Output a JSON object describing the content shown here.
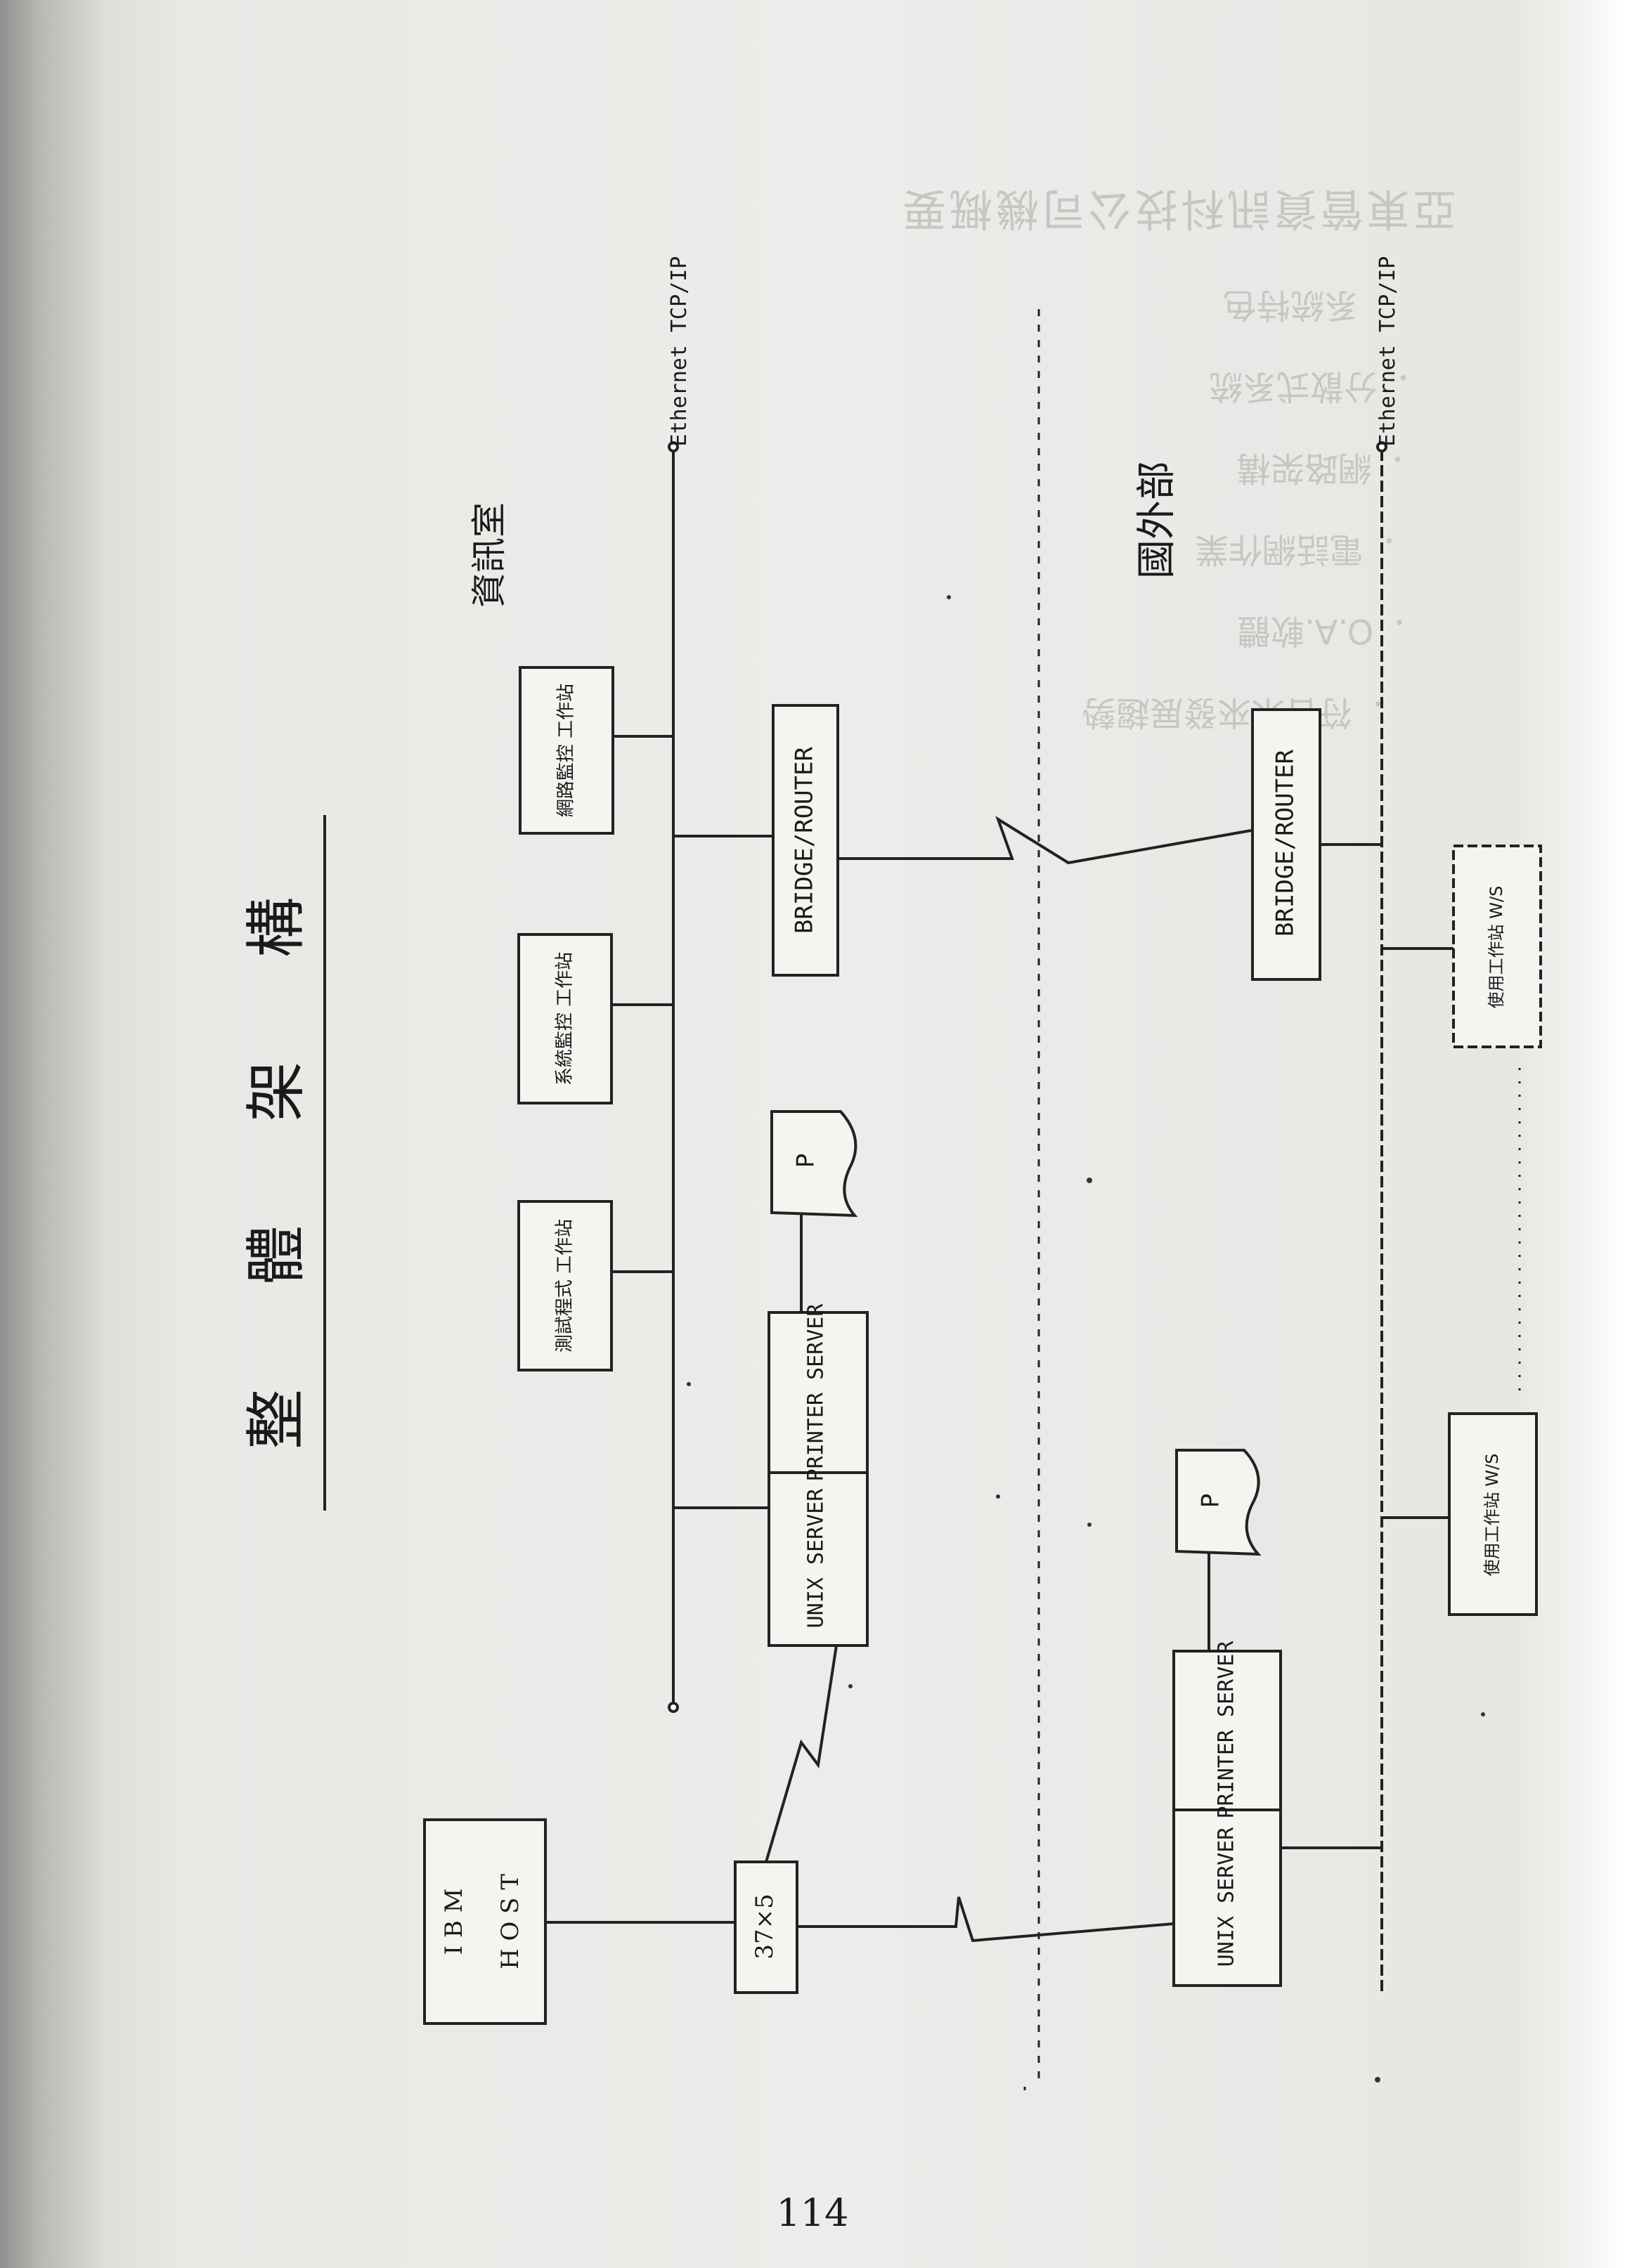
{
  "title": "整 體 架 構",
  "page_number": "114",
  "sections": {
    "left": "資訊室",
    "right": "國外部"
  },
  "nodes": {
    "ethernet_top": "Ethernet TCP/IP",
    "ethernet_bottom": "Ethernet TCP/IP",
    "ws_test": "測試程式 工作站",
    "ws_sys": "系統監控 工作站",
    "ws_net": "網路監控 工作站",
    "router_left": "BRIDGE/ROUTER",
    "router_right": "BRIDGE/ROUTER",
    "printer_left_glyph": "P",
    "printer_right_glyph": "P",
    "printer_server_left": "PRINTER SERVER",
    "unix_server_left": "UNIX SERVER",
    "printer_server_right": "PRINTER SERVER",
    "unix_server_right": "UNIX SERVER",
    "ibm_host_1": "I B M",
    "ibm_host_2": "H O S T",
    "controller": "37×5",
    "user_ws_upper": "使用工作站 W/S",
    "user_ws_lower": "使用工作站 W/S"
  },
  "bleed_through": {
    "heading": "亞東管資訊科技公司機概要",
    "items": [
      "系統特色",
      "．分散式系統",
      "．網路架構",
      "．電話網作業",
      "．O.A.軟體",
      "．符合未來發展趨勢"
    ]
  }
}
